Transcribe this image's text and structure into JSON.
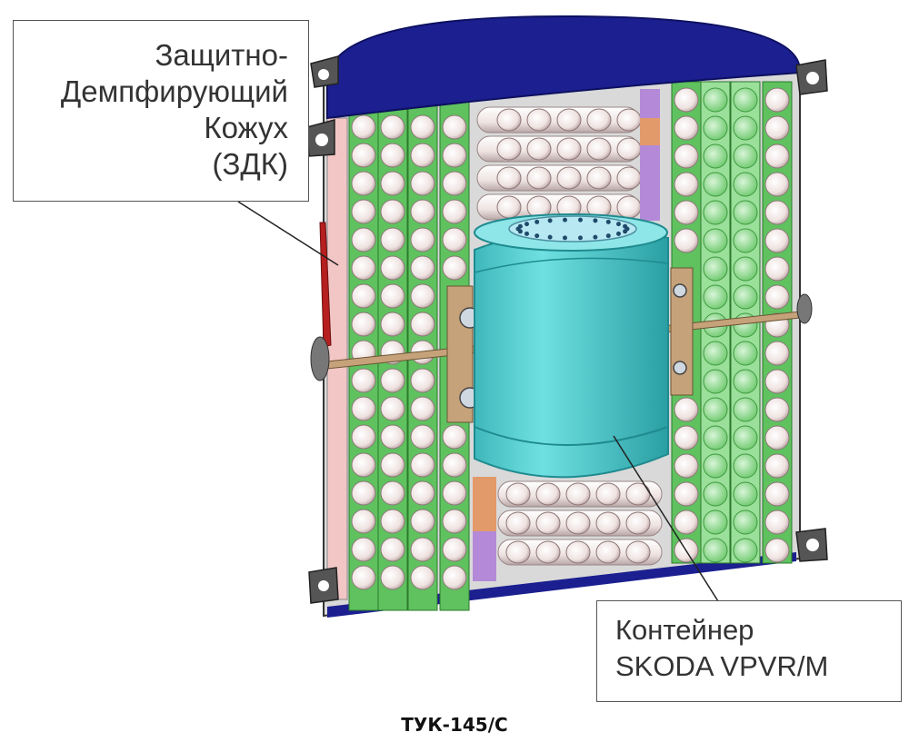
{
  "callouts": {
    "shield": {
      "lines": [
        "Защитно-",
        "Демпфирующий",
        "Кожух",
        "(ЗДК)"
      ]
    },
    "container": {
      "lines": [
        "Контейнер",
        "SKODA VPVR/M"
      ]
    }
  },
  "caption": "ТУК-145/С",
  "colors": {
    "lid": "#1b1f8f",
    "frame": "#d6d6d6",
    "pink_side": "#f3c6c6",
    "green_strip": "#5fc25f",
    "light_green": "#9adf9a",
    "tube": "#f5eeec",
    "tube_shade": "#c8b4b4",
    "purple": "#b48ad8",
    "orange": "#e39a6a",
    "container": "#53cfd2",
    "container_dark": "#2aa7ab",
    "bracket": "#c5a27a"
  },
  "icons": [
    "mounting-bracket-icon",
    "bolt-icon",
    "hand-lever-icon"
  ]
}
